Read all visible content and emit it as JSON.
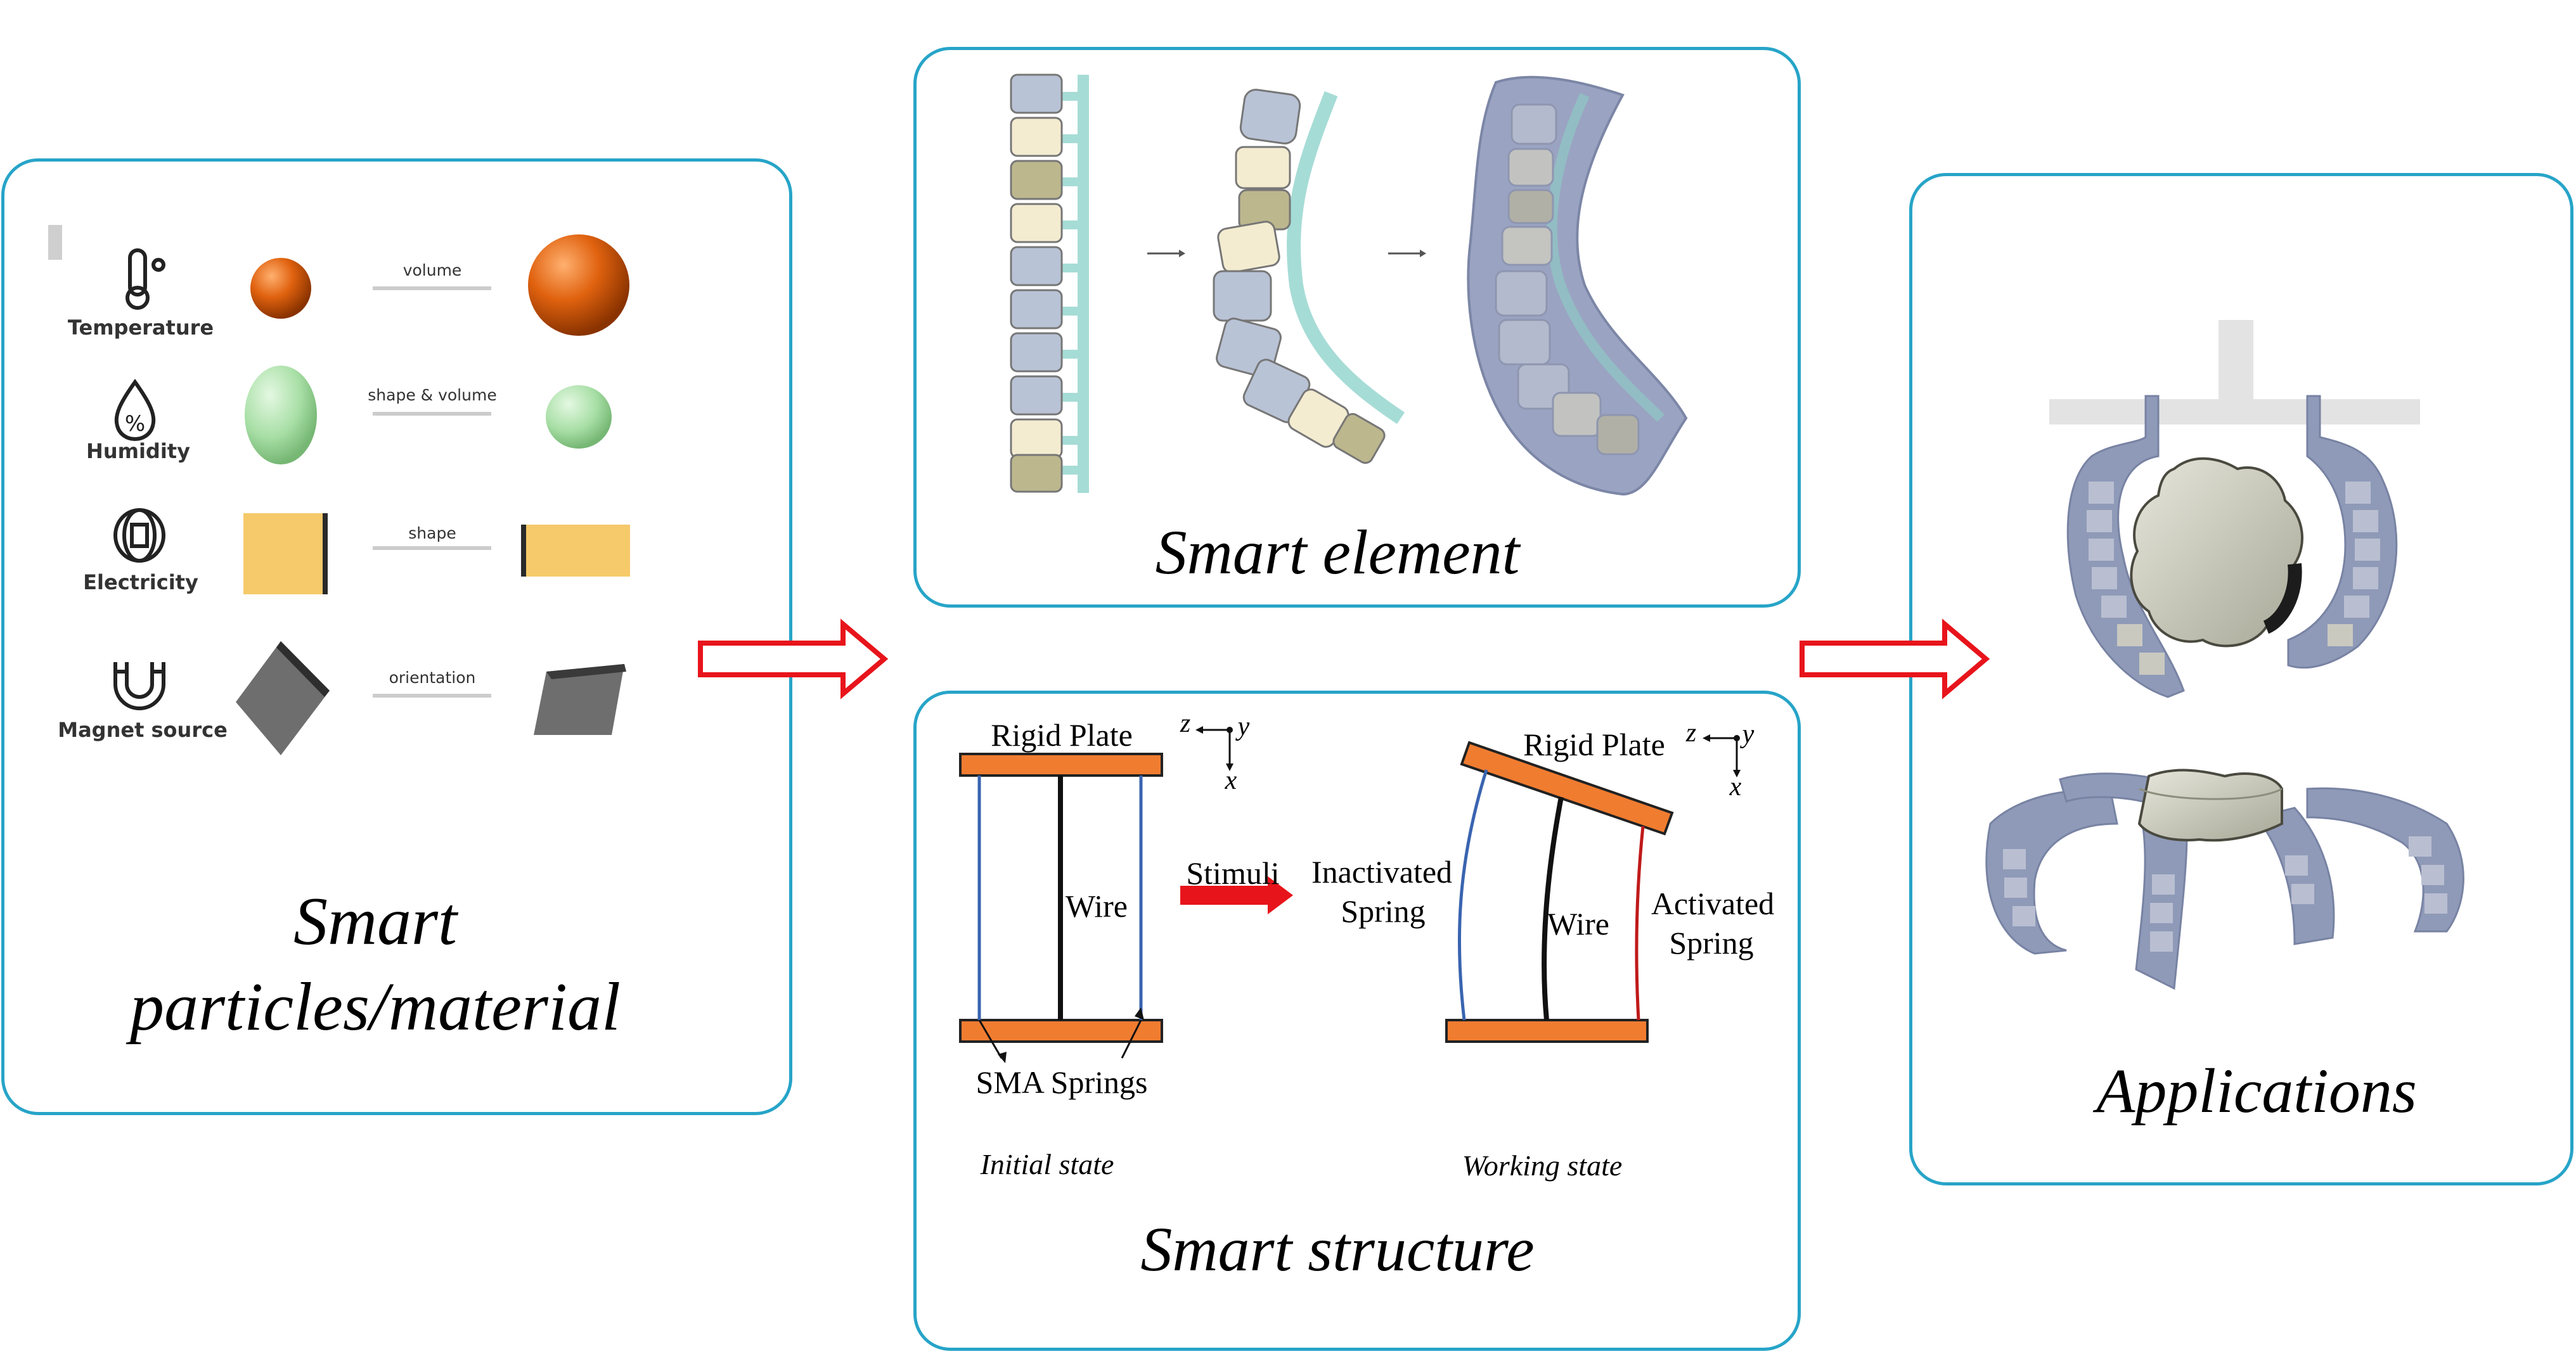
{
  "panels": {
    "particles": {
      "title_line1": "Smart",
      "title_line2": "particles/material",
      "rows": [
        {
          "icon": "thermometer-icon",
          "label": "Temperature",
          "change": "volume"
        },
        {
          "icon": "humidity-drop-icon",
          "label": "Humidity",
          "change": "shape & volume"
        },
        {
          "icon": "electricity-coil-icon",
          "label": "Electricity",
          "change": "shape"
        },
        {
          "icon": "magnet-icon",
          "label": "Magnet source",
          "change": "orientation"
        }
      ]
    },
    "element": {
      "title": "Smart element"
    },
    "structure": {
      "title": "Smart structure",
      "initial": {
        "top_label": "Rigid Plate",
        "wire_label": "Wire",
        "springs_label": "SMA Springs",
        "state_label": "Initial state"
      },
      "stimuli_label": "Stimuli",
      "working": {
        "top_label": "Rigid Plate",
        "wire_label": "Wire",
        "inactive_1": "Inactivated",
        "inactive_2": "Spring",
        "active_1": "Activated",
        "active_2": "Spring",
        "state_label": "Working state"
      },
      "axes": {
        "z": "z",
        "y": "y",
        "x": "x"
      }
    },
    "applications": {
      "title": "Applications"
    }
  },
  "colors": {
    "panel_border": "#27a4c8",
    "arrow": "#e8141b",
    "plate": "#f07c30",
    "inactive_spring": "#3a64b0",
    "active_spring": "#c01a1a",
    "element_blue": "#b9c3d6",
    "element_cream": "#f4ecd0",
    "element_olive": "#bdb78e",
    "backbone": "#a6dcd6",
    "gripper": "#8f9ab8",
    "object": "#cfcfc0"
  }
}
